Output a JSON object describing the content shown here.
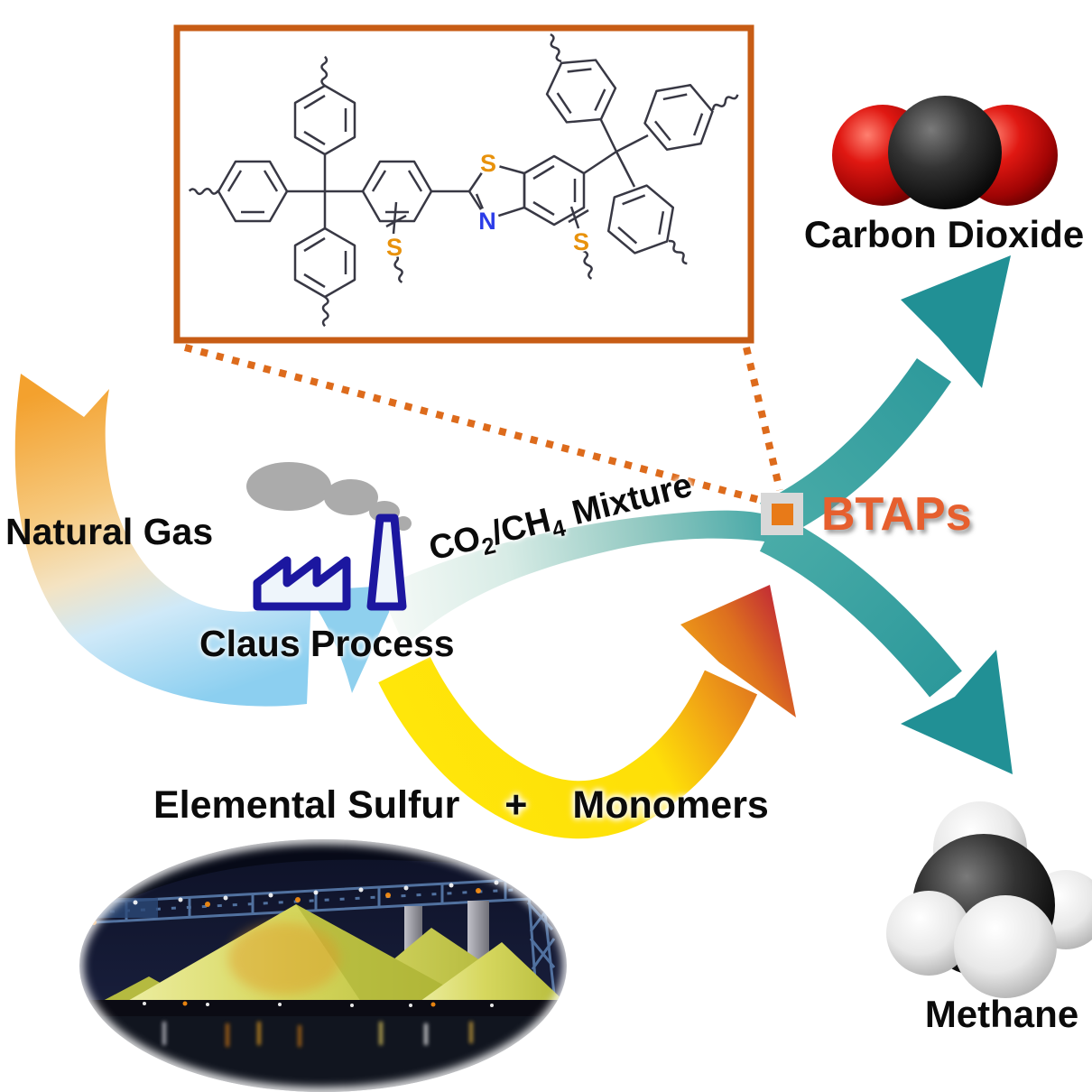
{
  "labels": {
    "natural_gas": "Natural Gas",
    "claus_process": "Claus Process",
    "btaps": "BTAPs",
    "carbon_dioxide": "Carbon Dioxide",
    "methane": "Methane",
    "elemental_sulfur": "Elemental Sulfur",
    "plus": "+",
    "monomers": "Monomers"
  },
  "mixture_label": {
    "part1": "CO",
    "sub1": "2",
    "part2": "/CH",
    "sub2": "4",
    "part3": "Mixture"
  },
  "structure": {
    "s_phenylene": "S",
    "s_thiazole": "S",
    "n_thiazole": "N",
    "s_benzo": "S"
  },
  "icons": {
    "factory": "factory-icon",
    "smoke": "smoke-icon",
    "co2_molecule": "co2-molecule",
    "methane_molecule": "methane-molecule",
    "sulfur_photo": "sulfur-stockpile-photo"
  },
  "colors": {
    "box_border_orange": "#c75c15",
    "dotted_orange": "#dd6b1c",
    "btaps_orange": "#e65f2e",
    "node_square_orange": "#e87a18",
    "teal_arrow": "#2b9da0",
    "natural_gas_orange": "#f3a12e",
    "claus_blue": "#8ccff0",
    "sulfur_yellow": "#ffe70a",
    "arrow_red": "#bf2338",
    "factory_navy": "#1c17a0",
    "smoke_gray": "#ababab",
    "atom_s_orange": "#e8920c",
    "atom_n_blue": "#2b3ce8"
  }
}
